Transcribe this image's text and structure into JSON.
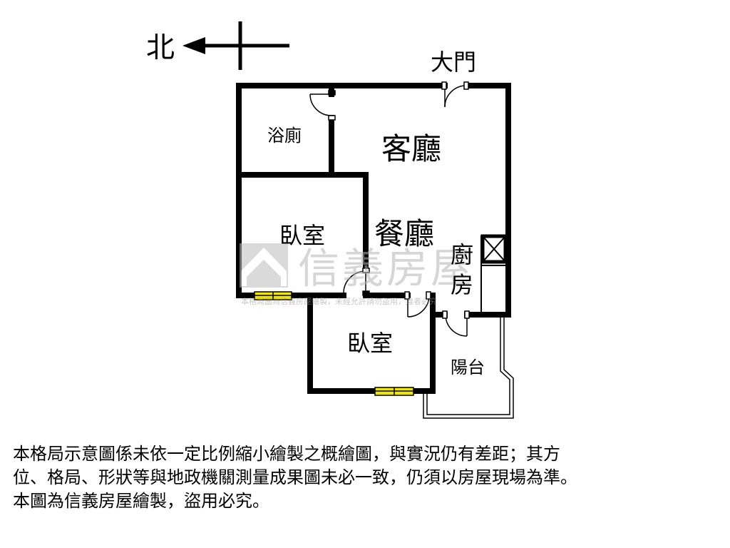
{
  "compass": {
    "north_label": "北"
  },
  "rooms": {
    "main_door": "大門",
    "bathroom": "浴廁",
    "living_room": "客廳",
    "dining_room": "餐廳",
    "bedroom_1": "臥室",
    "kitchen_line1": "廚",
    "kitchen_line2": "房",
    "bedroom_2": "臥室",
    "balcony": "陽台"
  },
  "watermark": {
    "brand": "信義房屋",
    "notice": "本格局圖為信義房屋繪製，未經允許請勿盜用，違者必究"
  },
  "disclaimer": {
    "line1": "本格局示意圖係未依一定比例縮小繪製之概繪圖，與實況仍有差距；其方",
    "line2": "位、格局、形狀等與地政機關測量成果圖未必一致，仍須以房屋現場為準。",
    "line3": "本圖為信義房屋繪製，盜用必究。"
  },
  "colors": {
    "wall": "#000000",
    "window_fill": "#f0e600",
    "watermark": "#c9c9c9"
  }
}
